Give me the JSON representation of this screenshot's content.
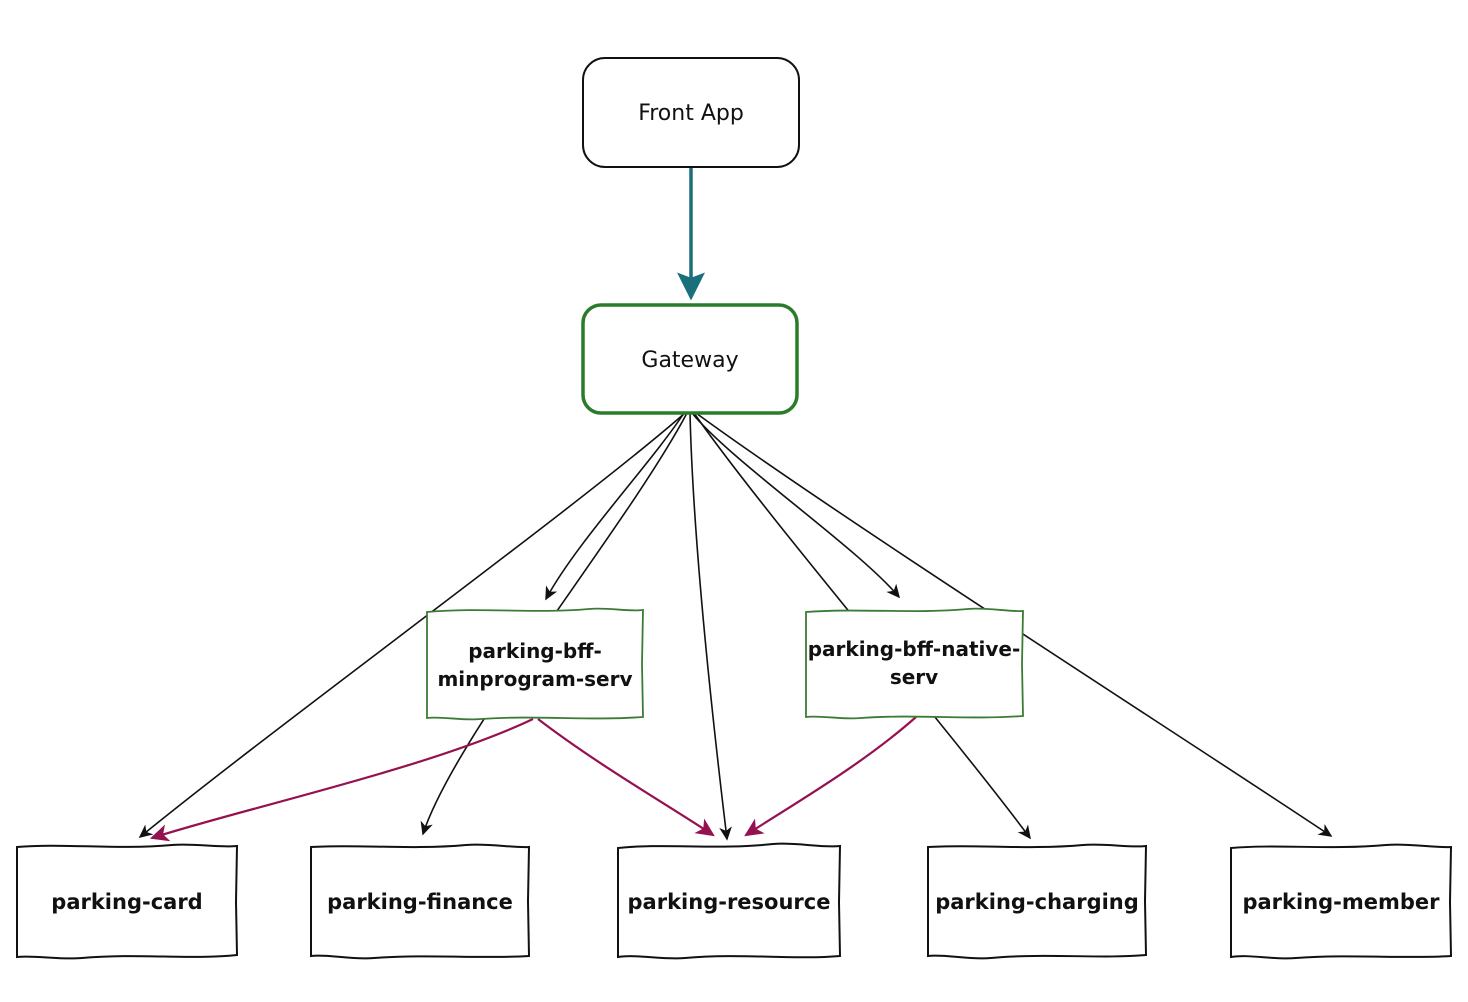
{
  "colors": {
    "black_edge": "#111111",
    "teal_edge": "#1b6f7d",
    "maroon_edge": "#951150",
    "gateway_border": "#2a7c2a",
    "bff_border": "#3c7b36",
    "plain_border": "#111111"
  },
  "nodes": {
    "front_app": {
      "label": "Front App"
    },
    "gateway": {
      "label": "Gateway"
    },
    "bff_minprogram": {
      "line1": "parking-bff-",
      "line2": "minprogram-serv",
      "full": "parking-bff-minprogram-serv"
    },
    "bff_native": {
      "line1": "parking-bff-native-",
      "line2": "serv",
      "full": "parking-bff-native-serv"
    },
    "parking_card": {
      "label": "parking-card"
    },
    "parking_finance": {
      "label": "parking-finance"
    },
    "parking_resource": {
      "label": "parking-resource"
    },
    "parking_charging": {
      "label": "parking-charging"
    },
    "parking_member": {
      "label": "parking-member"
    }
  },
  "edges": [
    {
      "from": "Front App",
      "to": "Gateway",
      "color": "teal"
    },
    {
      "from": "Gateway",
      "to": "parking-card",
      "color": "black"
    },
    {
      "from": "Gateway",
      "to": "parking-bff-minprogram-serv",
      "color": "black"
    },
    {
      "from": "Gateway",
      "to": "parking-finance",
      "color": "black"
    },
    {
      "from": "Gateway",
      "to": "parking-resource",
      "color": "black"
    },
    {
      "from": "Gateway",
      "to": "parking-bff-native-serv",
      "color": "black"
    },
    {
      "from": "Gateway",
      "to": "parking-charging",
      "color": "black"
    },
    {
      "from": "Gateway",
      "to": "parking-member",
      "color": "black"
    },
    {
      "from": "parking-bff-minprogram-serv",
      "to": "parking-card",
      "color": "maroon"
    },
    {
      "from": "parking-bff-minprogram-serv",
      "to": "parking-resource",
      "color": "maroon"
    },
    {
      "from": "parking-bff-native-serv",
      "to": "parking-resource",
      "color": "maroon"
    }
  ]
}
